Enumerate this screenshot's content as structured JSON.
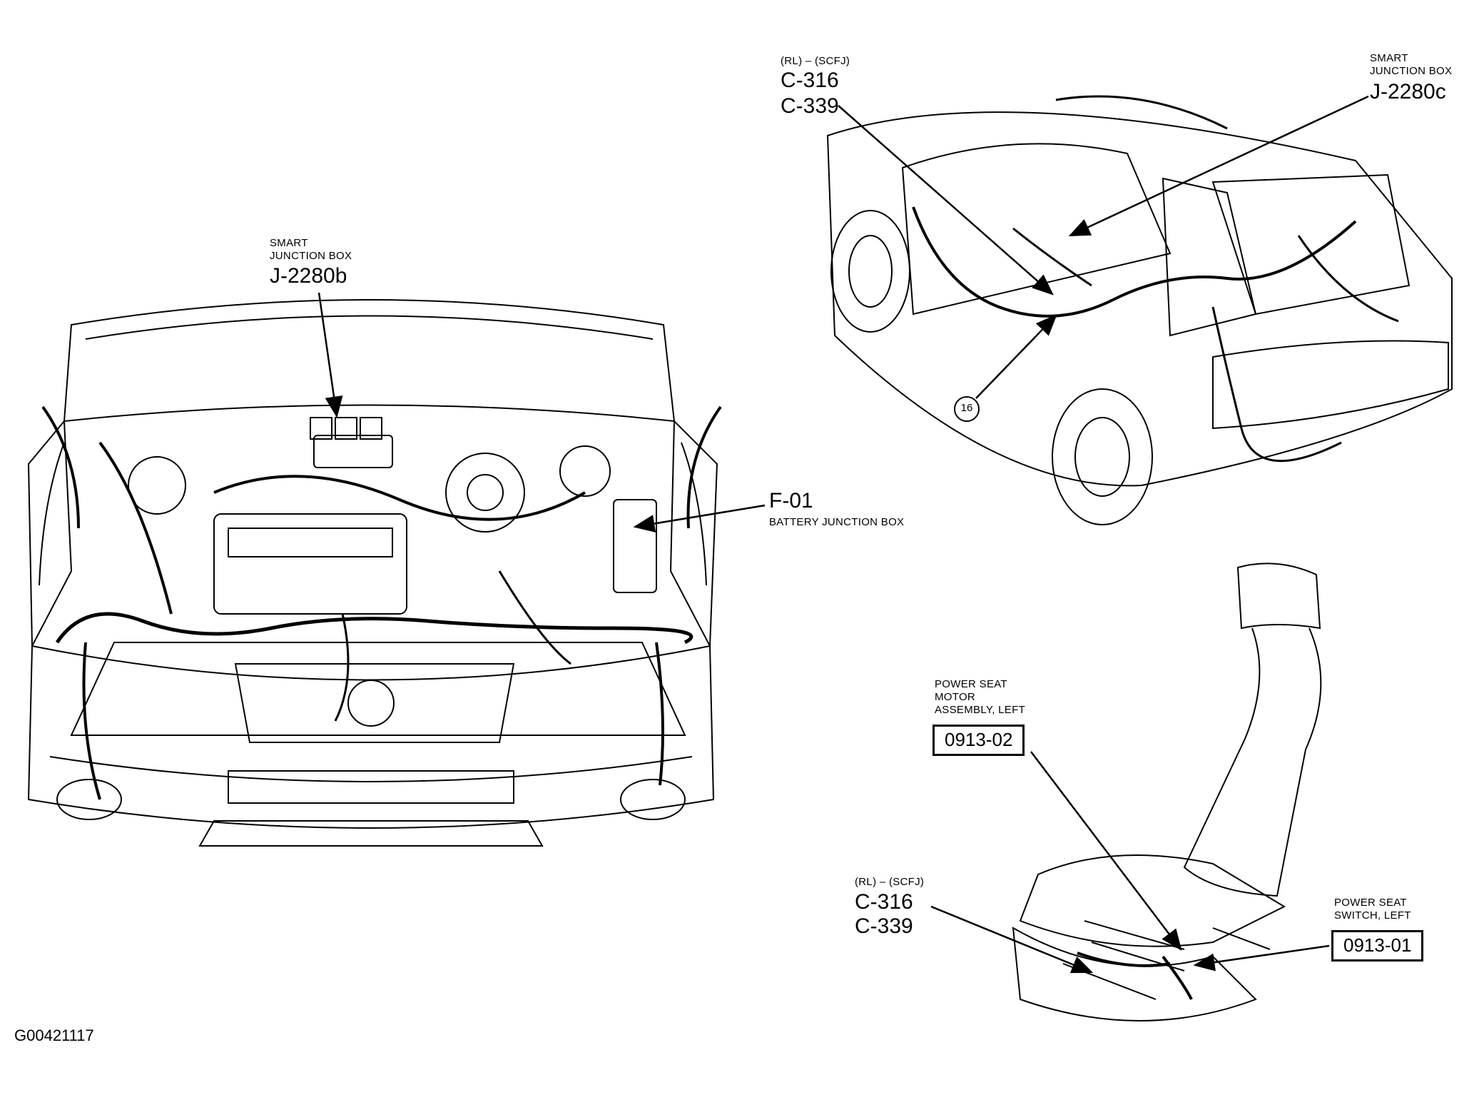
{
  "engine_bay": {
    "sjb_label_line1": "SMART",
    "sjb_label_line2": "JUNCTION BOX",
    "sjb_id": "J-2280b",
    "bjb_id": "F-01",
    "bjb_label": "BATTERY  JUNCTION BOX"
  },
  "rear_vehicle": {
    "conn_prefix": "(RL) – (SCFJ)",
    "conn_1": "C-316",
    "conn_2": "C-339",
    "sjb_label_line1": "SMART",
    "sjb_label_line2": "JUNCTION BOX",
    "sjb_id": "J-2280c",
    "callout": "16"
  },
  "seat": {
    "motor_label_line1": "POWER SEAT",
    "motor_label_line2": "MOTOR",
    "motor_label_line3": "ASSEMBLY, LEFT",
    "motor_id": "0913-02",
    "conn_prefix": "(RL) – (SCFJ)",
    "conn_1": "C-316",
    "conn_2": "C-339",
    "switch_label_line1": "POWER SEAT",
    "switch_label_line2": "SWITCH, LEFT",
    "switch_id": "0913-01"
  },
  "figure_code": "G00421117",
  "colors": {
    "line": "#000000",
    "background": "#ffffff"
  }
}
